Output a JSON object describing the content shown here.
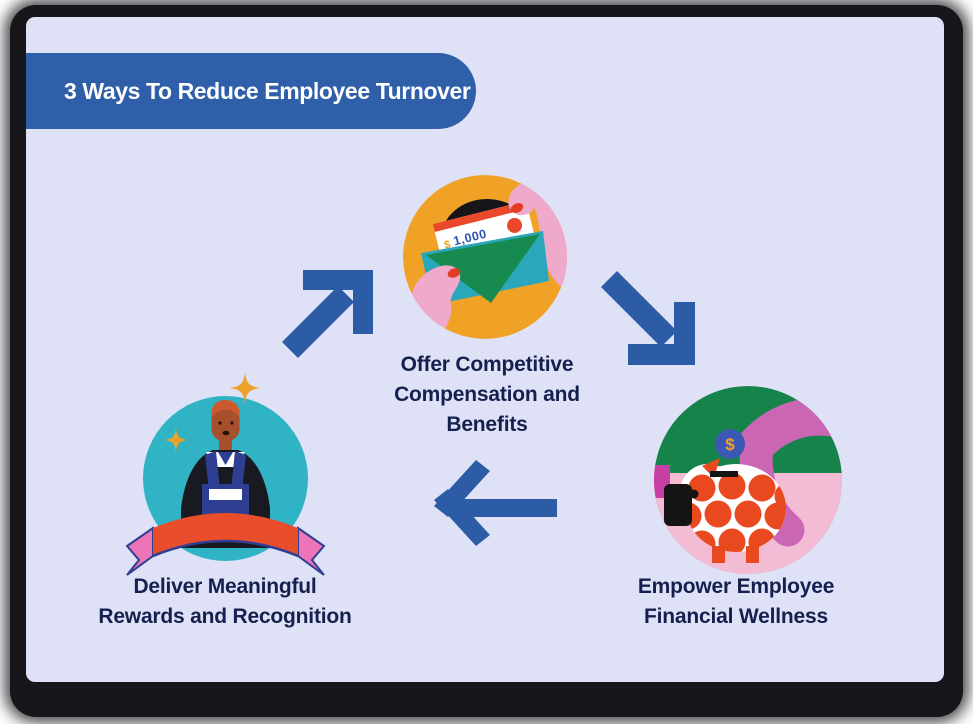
{
  "title": "3 Ways To Reduce Employee Turnover",
  "steps": [
    {
      "name": "offer-competitive-compensation",
      "icon": "envelope-money-icon",
      "label_lines": [
        "Offer Competitive",
        "Compensation and",
        "Benefits"
      ],
      "check_currency": "$",
      "check_amount": "1,000"
    },
    {
      "name": "empower-financial-wellness",
      "icon": "piggy-bank-icon",
      "label_lines": [
        "Empower Employee",
        "Financial Wellness"
      ],
      "coin_symbol": "$"
    },
    {
      "name": "deliver-rewards-recognition",
      "icon": "person-award-ribbon-icon",
      "label_lines": [
        "Deliver Meaningful",
        "Rewards and Recognition"
      ]
    }
  ],
  "arrows": [
    "arrow-up-right",
    "arrow-down-right",
    "arrow-left"
  ],
  "colors": {
    "card_bg": "#dfe2f6",
    "frame": "#17171b",
    "pill_bg": "#2e5fa8",
    "pill_text": "#ffffff",
    "label_text": "#16204e",
    "arrow": "#2d5ca6",
    "circle_orange": "#f0a226",
    "circle_teal": "#2fb3c5",
    "circle_green": "#15834a",
    "circle_pink": "#f3bbd4",
    "accent_red": "#e9492a",
    "accent_pink": "#ee74b8",
    "accent_gold": "#eda32b",
    "coin_blue": "#3c57b4",
    "apron_navy": "#2e3e92",
    "arm_magenta": "#ca66b3",
    "hand_pink": "#efa9cb"
  }
}
